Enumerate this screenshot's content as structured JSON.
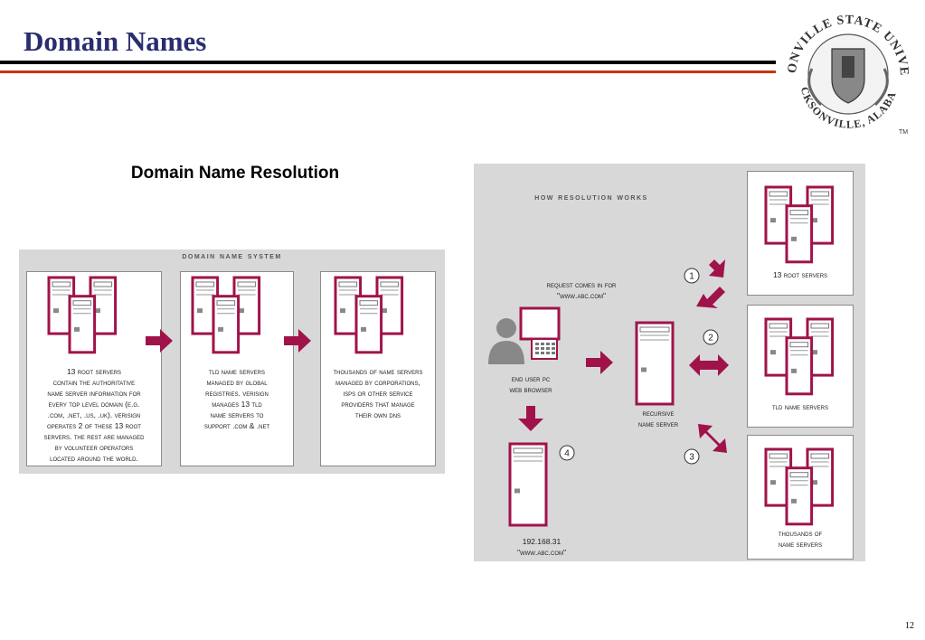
{
  "slide": {
    "title": "Domain Names",
    "page_number": "12"
  },
  "seal": {
    "top_text": "JACKSONVILLE STATE UNIVERSITY",
    "bottom_text": "JACKSONVILLE, ALABAMA",
    "tm": "TM"
  },
  "subtitle": "Domain Name Resolution",
  "dns_system": {
    "header": "Domain Name System",
    "boxes": [
      {
        "lines": [
          "13 Root Servers",
          "Contain the authoritative",
          "name server information for",
          "every top level domain (e.g.",
          ".com, .net, .us, .uk). VeriSign",
          "operates 2 of these 13 root",
          "servers. The rest are managed",
          "by volunteer operators",
          "located around the world."
        ]
      },
      {
        "lines": [
          "TLD Name Servers",
          "managed by global",
          "registries. VeriSign",
          "manages 13 TLD",
          "Name Servers to",
          "support .com & .net"
        ]
      },
      {
        "lines": [
          "Thousands of Name Servers",
          "managed by corporations,",
          "ISPs or other service",
          "providers that manage",
          "their own DNS"
        ]
      }
    ]
  },
  "resolution": {
    "header": "How Resolution Works",
    "request": [
      "Request comes in for",
      "\"www.abc.com\""
    ],
    "end_user": [
      "End User PC",
      "Web Browser"
    ],
    "recursive": [
      "Recursive",
      "Name Server"
    ],
    "result": [
      "192.168.31",
      "\"www.abc.com\""
    ],
    "servers": [
      {
        "label": [
          "13 Root Servers"
        ]
      },
      {
        "label": [
          "TLD Name Servers"
        ]
      },
      {
        "label": [
          "Thousands of",
          "Name Servers"
        ]
      }
    ],
    "steps": [
      "1",
      "2",
      "3",
      "4"
    ]
  },
  "colors": {
    "title": "#2a2d6e",
    "accent": "#a0134a",
    "panel": "#d8d8d9",
    "rule_red": "#cc3300"
  }
}
